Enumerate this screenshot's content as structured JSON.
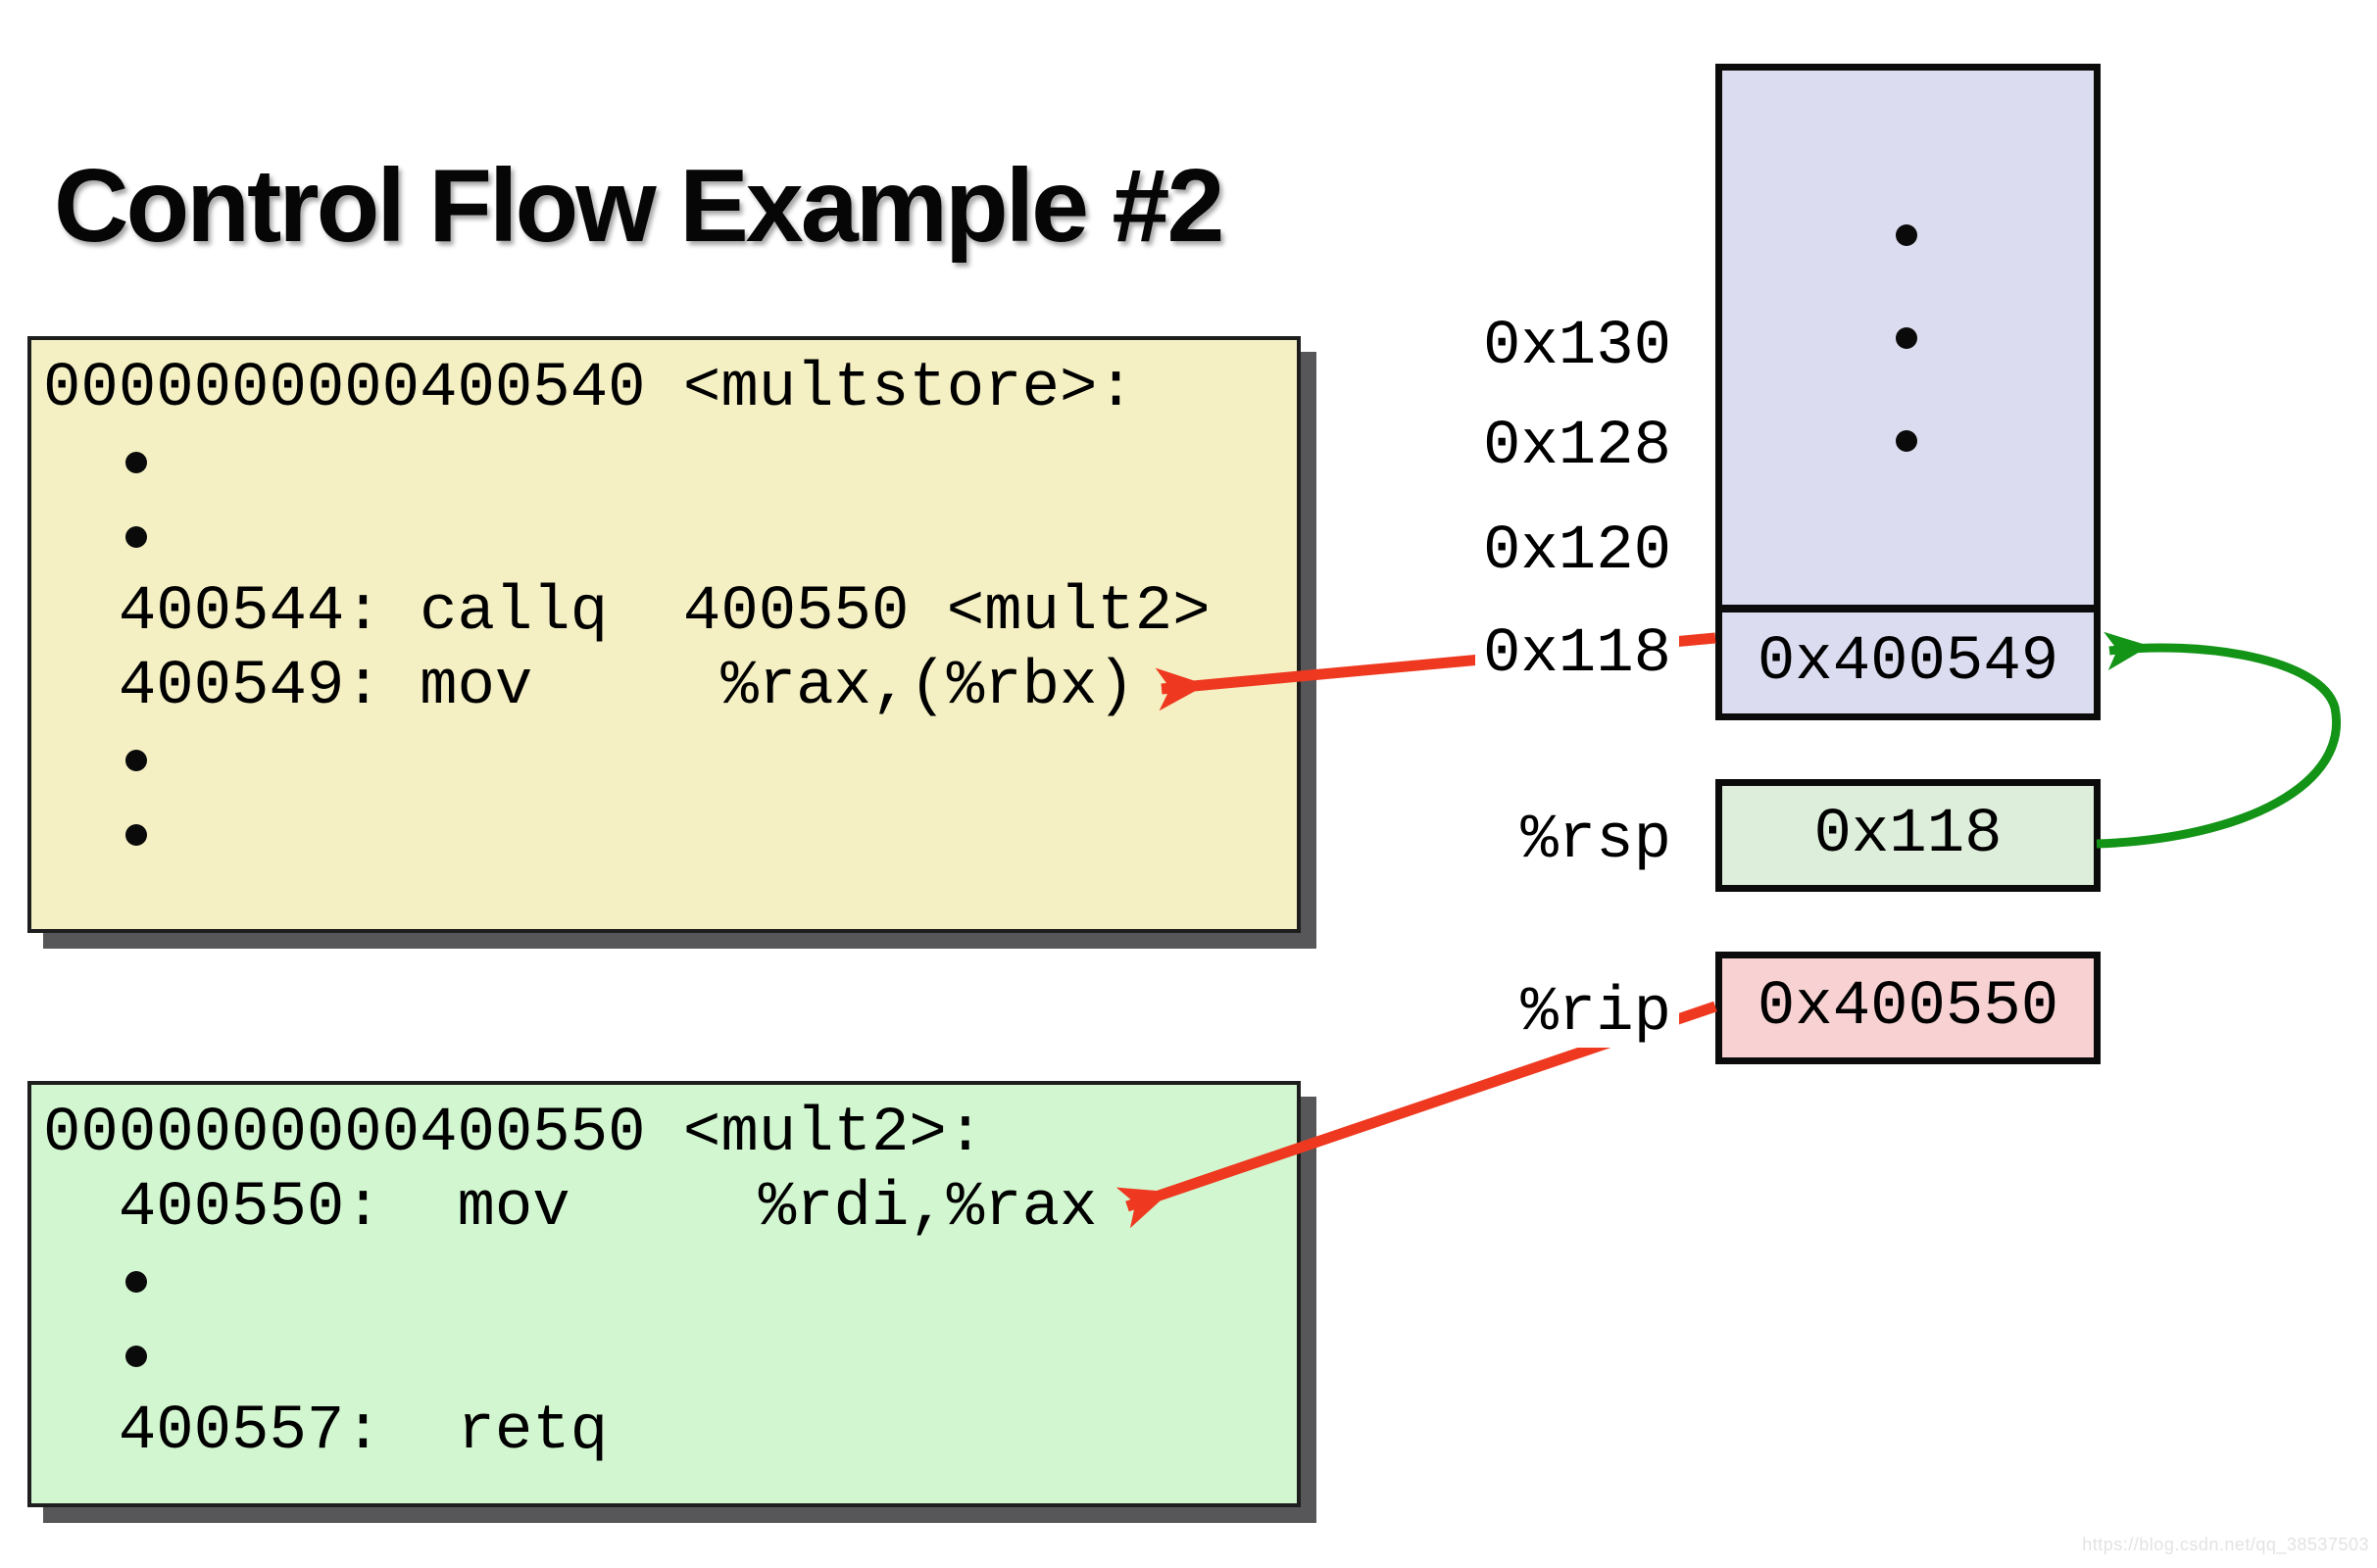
{
  "title": "Control Flow Example #2",
  "code_boxes": [
    {
      "name": "multstore-disassembly",
      "lines": [
        {
          "text": "0000000000400540 <multstore>:"
        },
        {
          "bullet": true
        },
        {
          "bullet": true
        },
        {
          "text": "  400544: callq  400550 <mult2>"
        },
        {
          "text": "  400549: mov     %rax,(%rbx)"
        },
        {
          "bullet": true
        },
        {
          "bullet": true
        }
      ]
    },
    {
      "name": "mult2-disassembly",
      "lines": [
        {
          "text": "0000000000400550 <mult2>:"
        },
        {
          "text": "  400550:  mov     %rdi,%rax"
        },
        {
          "bullet": true
        },
        {
          "bullet": true
        },
        {
          "text": "  400557:  retq"
        }
      ]
    }
  ],
  "stack": {
    "address_labels": [
      "0x130",
      "0x128",
      "0x120",
      "0x118"
    ],
    "dots": 3,
    "cell_value": "0x400549"
  },
  "registers": [
    {
      "name": "%rsp",
      "value": "0x118"
    },
    {
      "name": "%rip",
      "value": "0x400550"
    }
  ],
  "watermark": "https://blog.csdn.net/qq_38537503",
  "colors": {
    "code_box_1_fill": "#f4f0c3",
    "code_box_2_fill": "#d2f6d0",
    "stack_fill": "#dcdcf0",
    "rsp_fill": "#ddeeda",
    "rip_fill": "#f8d2d2",
    "arrow_red": "#ee3920",
    "arrow_green": "#149417"
  }
}
